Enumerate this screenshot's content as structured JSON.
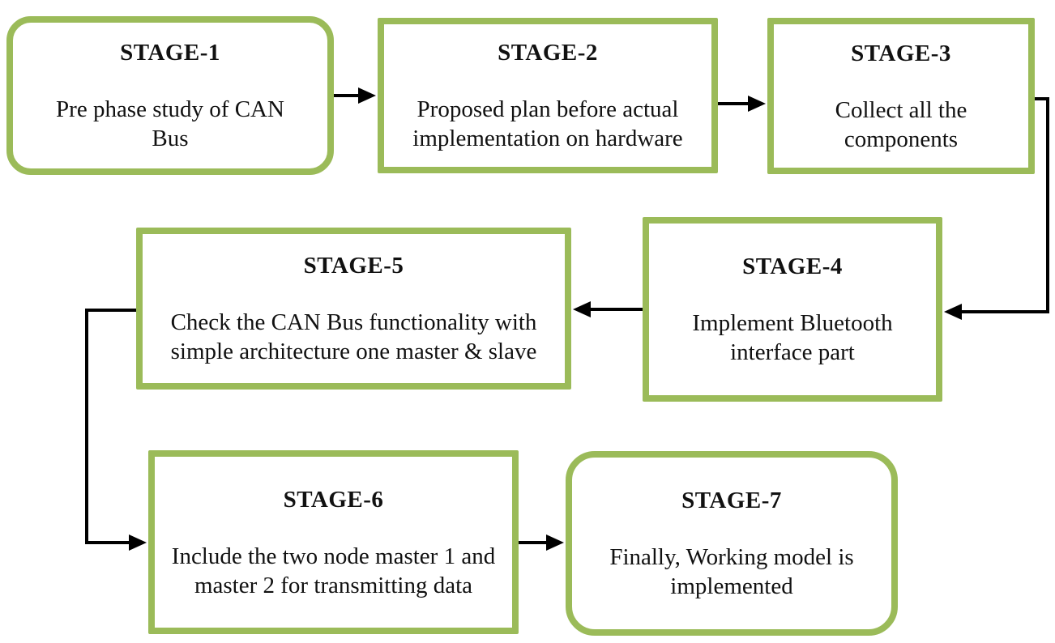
{
  "diagram": {
    "type": "flowchart",
    "background_color": "#ffffff",
    "box_border_color": "#9bbb59",
    "arrow_color": "#000000",
    "text_color": "#111111",
    "stages": [
      {
        "title": "STAGE-1",
        "description": "Pre phase study of CAN Bus",
        "shape": "rounded"
      },
      {
        "title": "STAGE-2",
        "description": "Proposed plan before actual implementation on hardware",
        "shape": "rectangle"
      },
      {
        "title": "STAGE-3",
        "description": "Collect all the components",
        "shape": "rectangle"
      },
      {
        "title": "STAGE-4",
        "description": "Implement Bluetooth interface part",
        "shape": "rectangle"
      },
      {
        "title": "STAGE-5",
        "description": "Check the CAN Bus functionality with simple architecture one master & slave",
        "shape": "rectangle"
      },
      {
        "title": "STAGE-6",
        "description": "Include the two node master 1 and master 2 for transmitting data",
        "shape": "rectangle"
      },
      {
        "title": "STAGE-7",
        "description": "Finally, Working model is implemented",
        "shape": "rounded"
      }
    ],
    "connections": [
      {
        "from": "STAGE-1",
        "to": "STAGE-2",
        "route": "straight-right"
      },
      {
        "from": "STAGE-2",
        "to": "STAGE-3",
        "route": "straight-right"
      },
      {
        "from": "STAGE-3",
        "to": "STAGE-4",
        "route": "elbow-right-down-left"
      },
      {
        "from": "STAGE-4",
        "to": "STAGE-5",
        "route": "straight-left"
      },
      {
        "from": "STAGE-5",
        "to": "STAGE-6",
        "route": "elbow-left-down-right"
      },
      {
        "from": "STAGE-6",
        "to": "STAGE-7",
        "route": "straight-right"
      }
    ]
  }
}
